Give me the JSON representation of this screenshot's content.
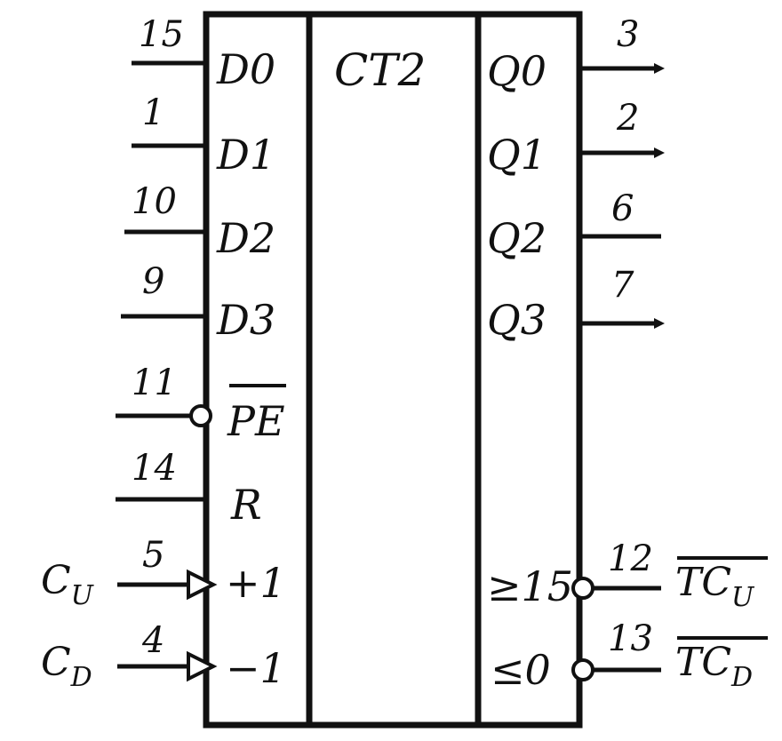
{
  "chip": {
    "title": "CT2"
  },
  "inputs": [
    {
      "id": "d0",
      "pin": "15",
      "label": "D0"
    },
    {
      "id": "d1",
      "pin": "1",
      "label": "D1"
    },
    {
      "id": "d2",
      "pin": "10",
      "label": "D2"
    },
    {
      "id": "d3",
      "pin": "9",
      "label": "D3"
    },
    {
      "id": "pe",
      "pin": "11",
      "label": "PE"
    },
    {
      "id": "r",
      "pin": "14",
      "label": "R"
    },
    {
      "id": "up",
      "pin": "5",
      "label": "+1",
      "ext": "C",
      "ext_sub": "U"
    },
    {
      "id": "dn",
      "pin": "4",
      "label": "−1",
      "ext": "C",
      "ext_sub": "D"
    }
  ],
  "outputs": [
    {
      "id": "q0",
      "pin": "3",
      "label": "Q0"
    },
    {
      "id": "q1",
      "pin": "2",
      "label": "Q1"
    },
    {
      "id": "q2",
      "pin": "6",
      "label": "Q2"
    },
    {
      "id": "q3",
      "pin": "7",
      "label": "Q3"
    },
    {
      "id": "tcu",
      "pin": "12",
      "label": "≥15",
      "ext": "TC",
      "ext_sub": "U"
    },
    {
      "id": "tcd",
      "pin": "13",
      "label": "≤0",
      "ext": "TC",
      "ext_sub": "D"
    }
  ]
}
